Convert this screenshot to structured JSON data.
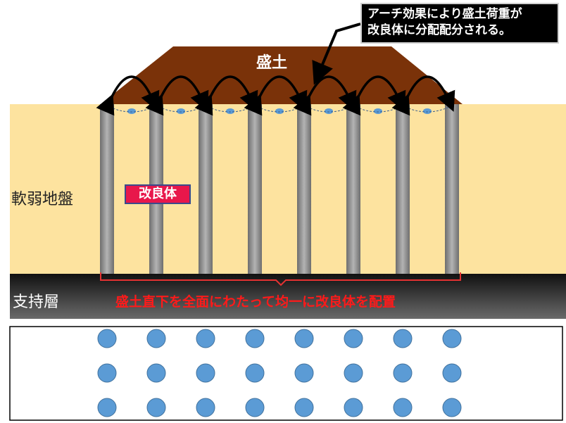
{
  "labels": {
    "embankment": "盛土",
    "soft_ground": "軟弱地盤",
    "bearing_layer": "支持層",
    "improved_column": "改良体",
    "uniform_caption": "盛土直下を全面にわたって均一に改良体を配置"
  },
  "callout": {
    "line1": "アーチ効果により盛土荷重が",
    "line2": "改良体に分配配分される。"
  },
  "layout": {
    "column_count": 8,
    "plan_rows": 3,
    "plan_cols": 8
  },
  "colors": {
    "embankment": "#7a3209",
    "soft_ground": "#fde39f",
    "bearing_layer": "#3a3a3a",
    "column": "#8c8c8c",
    "plan_circle": "#5b9bd5",
    "caption_red": "#ff1a1a",
    "label_box": "#e8174b"
  },
  "icons": {
    "arch_arrow": "curved-double-arrow-icon",
    "pointer": "callout-pointer-arrow-icon",
    "brace": "brace-icon"
  }
}
